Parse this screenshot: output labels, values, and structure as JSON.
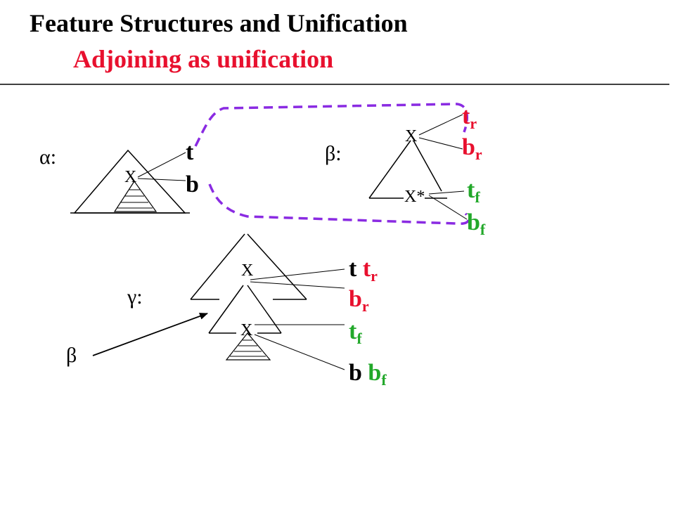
{
  "slide": {
    "title": "Feature Structures and Unification",
    "subtitle": "Adjoining as unification"
  },
  "colors": {
    "text": "#000000",
    "red": "#e8102e",
    "green": "#22a82a",
    "purple": "#8a2be2"
  },
  "alpha_tree": {
    "label": "α:",
    "node": "X",
    "top_feature": "t",
    "bottom_feature": "b"
  },
  "beta_tree": {
    "label": "β:",
    "root_node": "X",
    "foot_node": "X*",
    "root_top": {
      "base": "t",
      "sub": "r"
    },
    "root_bottom": {
      "base": "b",
      "sub": "r"
    },
    "foot_top": {
      "base": "t",
      "sub": "f"
    },
    "foot_bottom": {
      "base": "b",
      "sub": "f"
    }
  },
  "gamma_tree": {
    "label": "γ:",
    "root_node": "X",
    "inner_node": "X",
    "beta_pointer": "β",
    "root_top": {
      "left": "t ",
      "op": "",
      "base": " t",
      "sub": "r"
    },
    "root_bottom": {
      "base": "b",
      "sub": "r"
    },
    "inner_top": {
      "base": "t",
      "sub": "f"
    },
    "inner_bottom": {
      "left": "b ",
      "op": "",
      "base": " b",
      "sub": "f"
    }
  }
}
